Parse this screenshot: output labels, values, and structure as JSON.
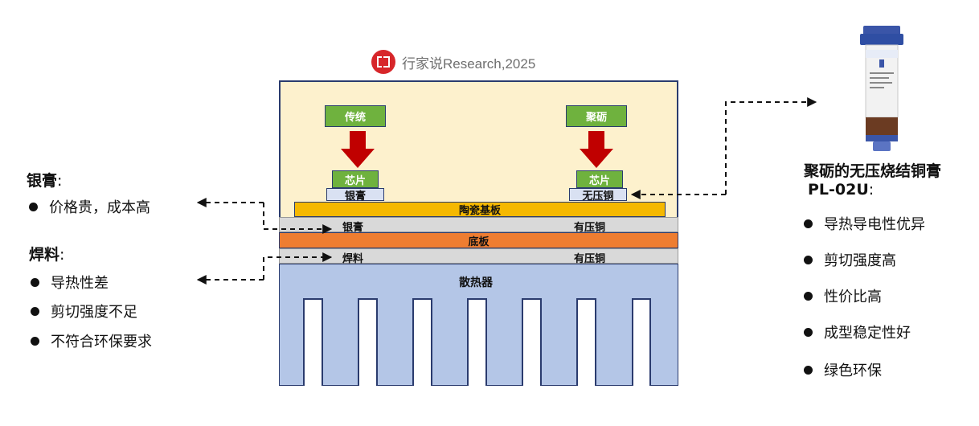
{
  "watermark": {
    "text": "行家说Research,2025",
    "logo_color": "#d7262a"
  },
  "device": {
    "left_process_label": "传统",
    "right_process_label": "聚砺",
    "chip_label": "芯片",
    "left_chip_attach": "银膏",
    "right_chip_attach": "无压铜",
    "ceramic_label": "陶瓷基板",
    "layer1_left": "银膏",
    "layer1_right": "有压铜",
    "base_label": "底板",
    "layer2_left": "焊料",
    "layer2_right": "有压铜",
    "heatsink_label": "散热器"
  },
  "left_panel": {
    "silver_heading": "银膏",
    "silver_points": [
      "价格贵，成本高"
    ],
    "solder_heading": "焊料",
    "solder_points": [
      "导热性差",
      "剪切强度不足",
      "不符合环保要求"
    ],
    "colon": ":"
  },
  "right_panel": {
    "heading_line1": "聚砺的无压烧结铜膏",
    "heading_line2": "PL-02U",
    "colon": ":",
    "points": [
      "导热导电性优异",
      "剪切强度高",
      "性价比高",
      "成型稳定性好",
      "绿色环保"
    ]
  },
  "colors": {
    "top_area": "#fdf1cd",
    "green": "#6fb23e",
    "red_arrow": "#c00000",
    "ceramic": "#f5b800",
    "base": "#ee7d31",
    "gray": "#d9d9d9",
    "heatsink": "#b4c6e7",
    "outline": "#2a3b6e"
  }
}
